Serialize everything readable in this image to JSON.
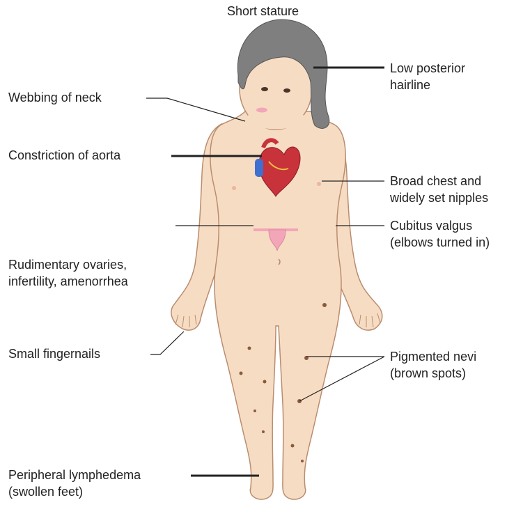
{
  "title": "Short stature",
  "labels": {
    "neck": [
      "Webbing of neck"
    ],
    "aorta": [
      "Constriction of aorta"
    ],
    "ovaries": [
      "Rudimentary ovaries,",
      "infertility, amenorrhea"
    ],
    "fingernails": [
      "Small fingernails"
    ],
    "lymphedema": [
      "Peripheral lymphedema",
      "(swollen feet)"
    ],
    "hairline": [
      "Low posterior",
      "hairline"
    ],
    "chest": [
      "Broad chest and",
      "widely set nipples"
    ],
    "cubitus": [
      "Cubitus valgus",
      "(elbows turned in)"
    ],
    "nevi": [
      "Pigmented nevi",
      "(brown spots)"
    ]
  },
  "colors": {
    "skin": "#f7dcc4",
    "skin_outline": "#b98d6e",
    "hair": "#7f7f7f",
    "leader_line": "#222222",
    "heart": "#c8323a",
    "aorta_blue": "#3f6fd1",
    "ovary": "#f2a6b8",
    "nevus": "#8a5a3c"
  }
}
